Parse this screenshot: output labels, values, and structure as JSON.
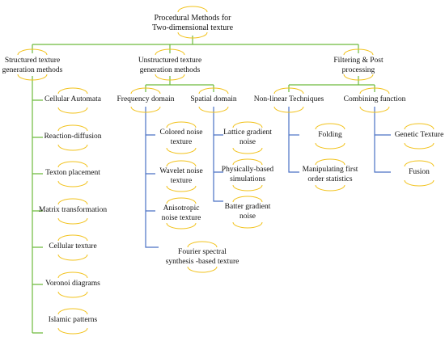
{
  "colors": {
    "green_connector": "#6dbb3c",
    "blue_connector": "#4a72c4",
    "yellow_arc": "#f2c21b",
    "text": "#111111"
  },
  "root": {
    "line1": "Procedural Methods for",
    "line2": "Two-dimensional texture"
  },
  "structured": {
    "line1": "Structured texture",
    "line2": "generation methods",
    "items": [
      "Cellular Automata",
      "Reaction-diffusion",
      "Texton placement",
      "Matrix transformation",
      "Cellular texture",
      "Voronoi diagrams",
      "Islamic patterns"
    ]
  },
  "unstructured": {
    "line1": "Unstructured texture",
    "line2": "generation methods",
    "frequency": {
      "label": "Frequency domain",
      "items": [
        {
          "line1": "Colored noise",
          "line2": "texture"
        },
        {
          "line1": "Wavelet noise",
          "line2": "texture"
        },
        {
          "line1": "Anisotropic",
          "line2": "noise texture"
        },
        {
          "line1": "Fourier spectral",
          "line2": "synthesis -based texture"
        }
      ]
    },
    "spatial": {
      "label": "Spatial domain",
      "items": [
        {
          "line1": "Lattice gradient",
          "line2": "noise"
        },
        {
          "line1": "Physically-based",
          "line2": "simulations"
        },
        {
          "line1": "Batter gradient",
          "line2": "noise"
        }
      ]
    }
  },
  "filtering": {
    "line1": "Filtering & Post",
    "line2": "processing",
    "nonlinear": {
      "label": "Non-linear Techniques",
      "items": [
        {
          "line1": "Folding",
          "line2": ""
        },
        {
          "line1": "Manipulating first",
          "line2": "order statistics"
        }
      ]
    },
    "combining": {
      "label": "Combining function",
      "items": [
        "Genetic Texture",
        "Fusion"
      ]
    }
  }
}
